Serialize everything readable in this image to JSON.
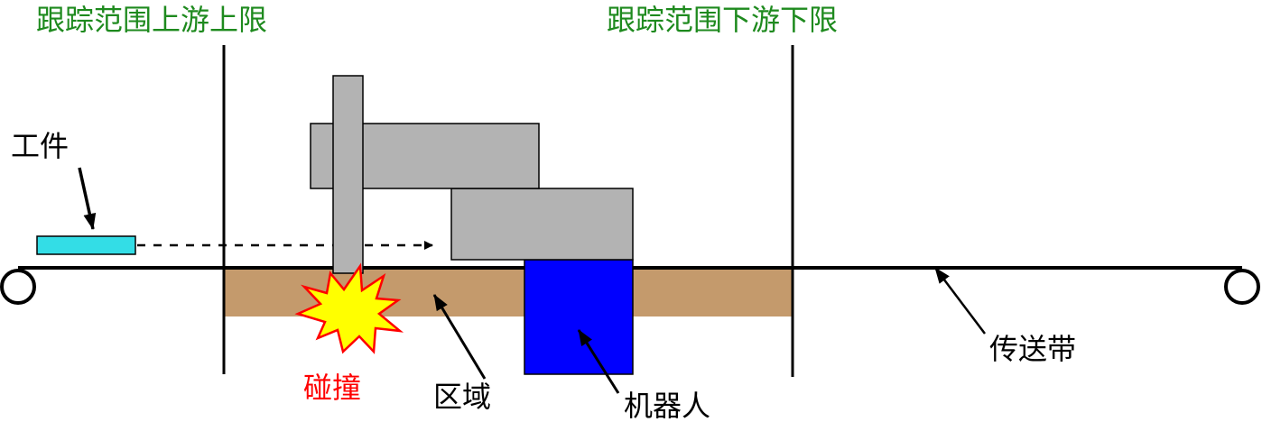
{
  "labels": {
    "upstream_limit": "跟踪范围上游上限",
    "downstream_limit": "跟踪范围下游下限",
    "workpiece": "工件",
    "collision": "碰撞",
    "zone": "区域",
    "robot": "机器人",
    "conveyor": "传送带"
  },
  "colors": {
    "limit_text": "#1e8a1e",
    "collision_text": "#ff0000",
    "zone_fill": "#c49a6c",
    "workpiece_fill": "#33dde6",
    "robot_fill": "#0000ff",
    "robot_arm_fill": "#b3b3b3",
    "burst_fill": "#ffff00",
    "burst_stroke": "#ff0000",
    "line": "#000000"
  }
}
